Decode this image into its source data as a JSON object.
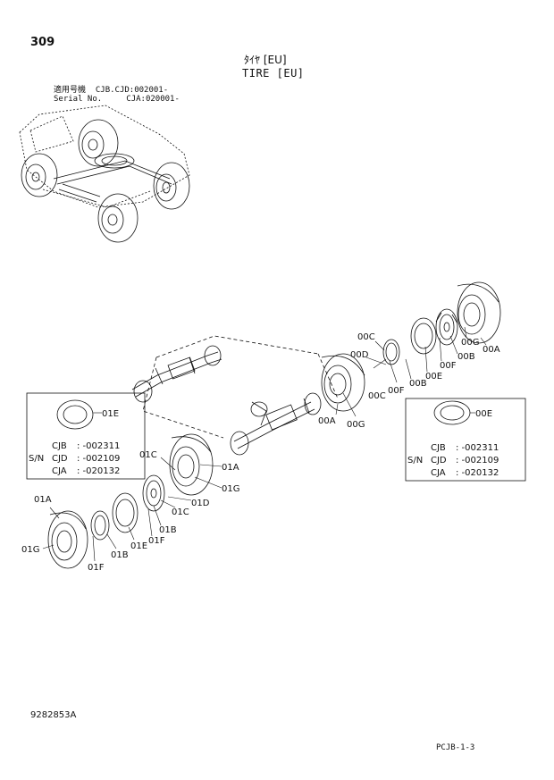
{
  "page_number": "309",
  "title_ja": "ﾀｲﾔ [EU]",
  "title_en": "TIRE [EU]",
  "serial": {
    "label_ja": "適用号機",
    "label_en": "Serial No.",
    "value_1": "CJB.CJD:002001-",
    "value_2": "CJA:020001-"
  },
  "callouts": {
    "c00A_top": "00A",
    "c00G_top": "00G",
    "c00B_top": "00B",
    "c00F_top": "00F",
    "c00E_top": "00E",
    "c00B_mid": "00B",
    "c00C_top": "00C",
    "c00D": "00D",
    "c00C_bot": "00C",
    "c00F_bot": "00F",
    "c00A_bot": "00A",
    "c00G_bot": "00G",
    "c01C_top": "01C",
    "c01A_right": "01A",
    "c01G_right": "01G",
    "c01C_mid": "01C",
    "c01D": "01D",
    "c01B_right": "01B",
    "c01F_right": "01F",
    "c01E": "01E",
    "c01B_left": "01B",
    "c01A_left": "01A",
    "c01G_left": "01G",
    "c01F_left": "01F"
  },
  "left_box": {
    "part": "01E",
    "sn_label": "S/N",
    "rows": [
      {
        "model": "CJB",
        "value": ": -002311"
      },
      {
        "model": "CJD",
        "value": ": -002109"
      },
      {
        "model": "CJA",
        "value": ": -020132"
      }
    ]
  },
  "right_box": {
    "part": "00E",
    "sn_label": "S/N",
    "rows": [
      {
        "model": "CJB",
        "value": ": -002311"
      },
      {
        "model": "CJD",
        "value": ": -002109"
      },
      {
        "model": "CJA",
        "value": ": -020132"
      }
    ]
  },
  "drawing_no": "9282853A",
  "page_ref": "PCJB-1-3"
}
